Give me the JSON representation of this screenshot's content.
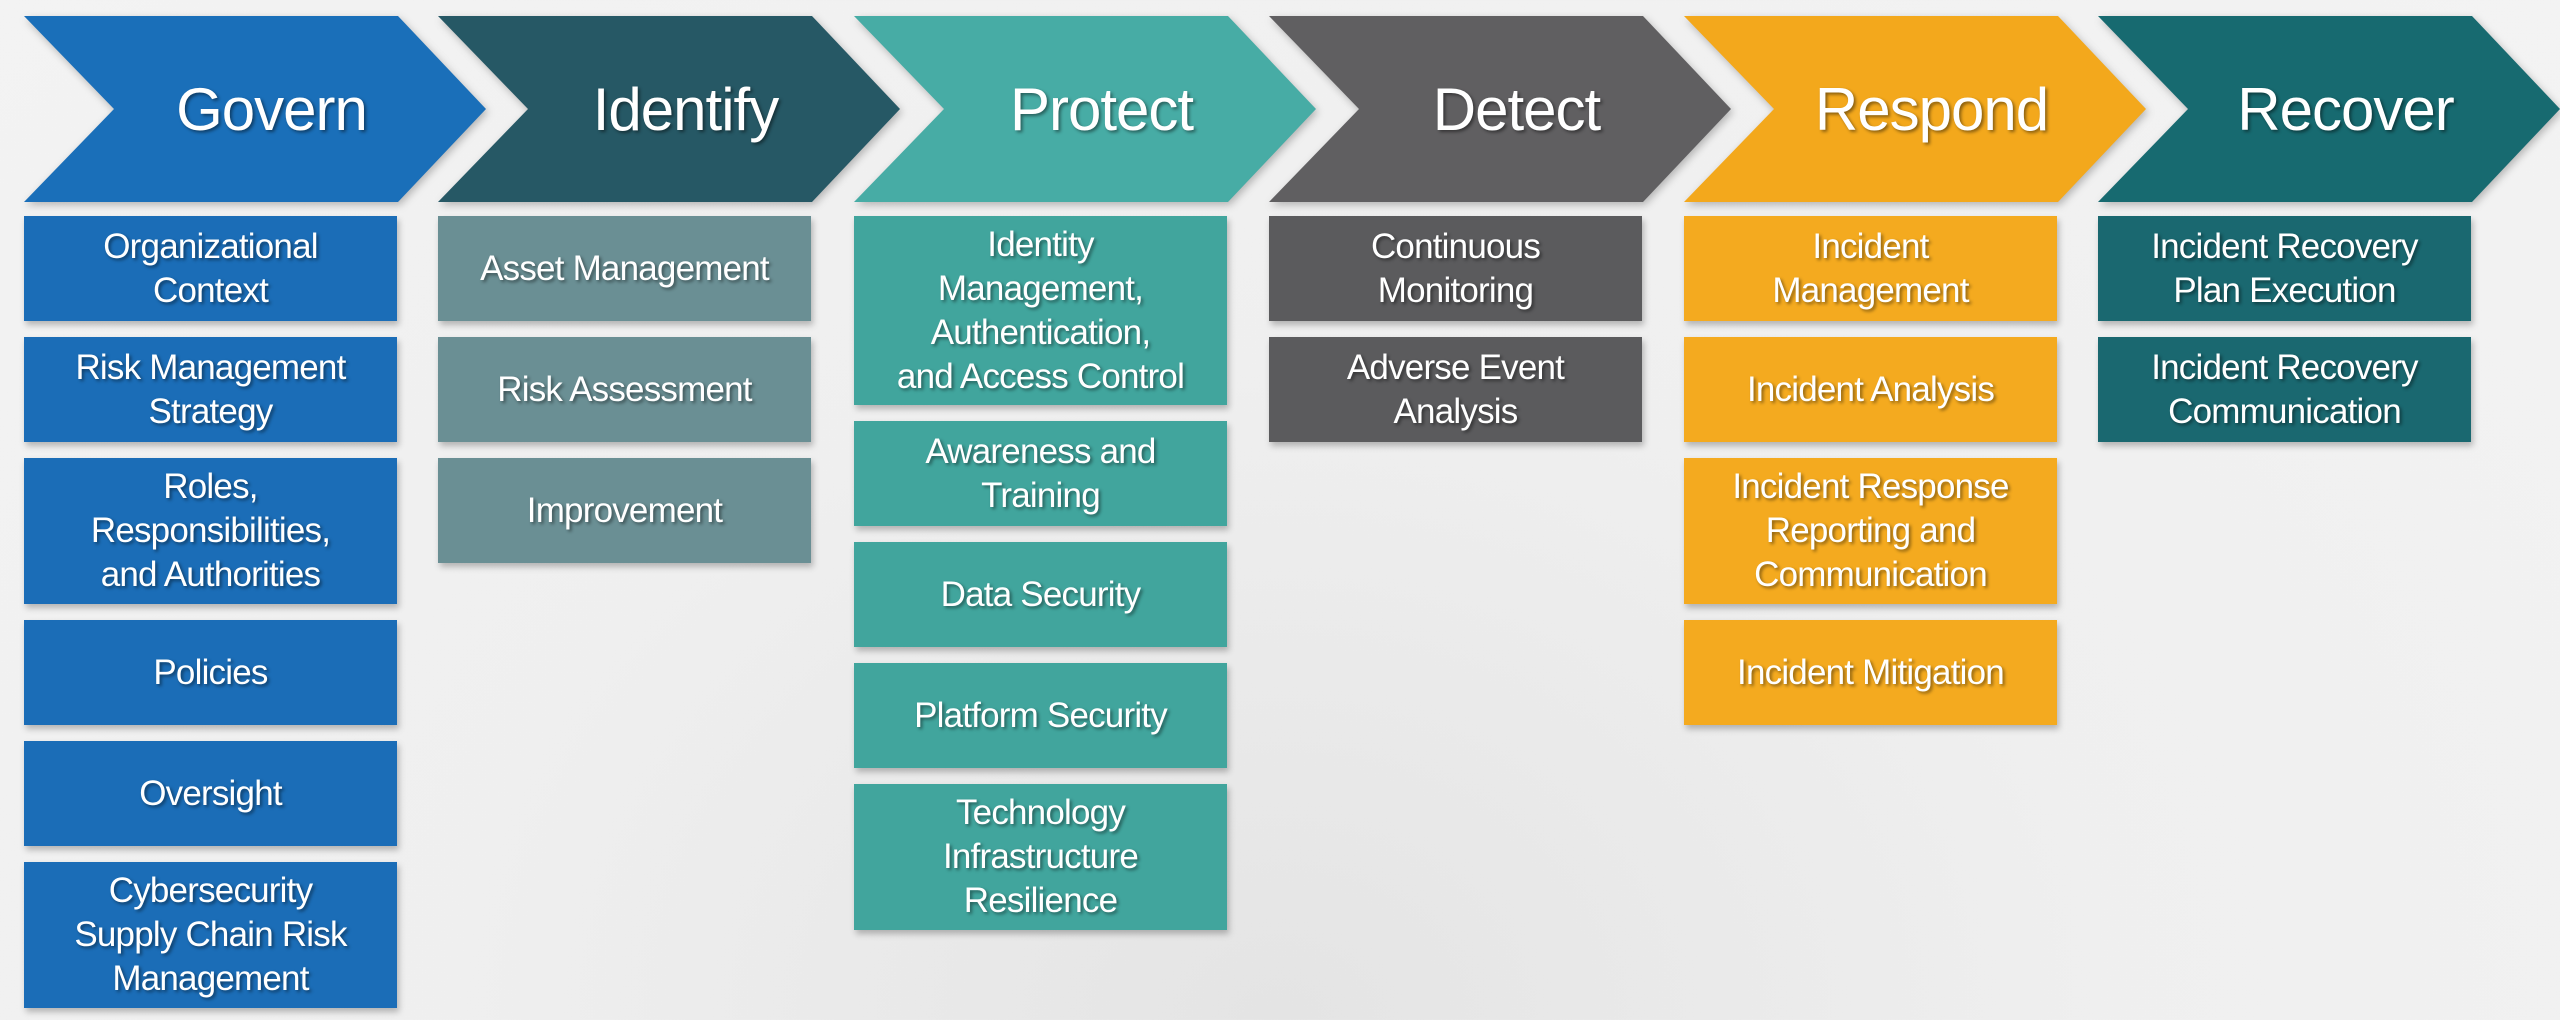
{
  "functions": [
    {
      "name": "Govern",
      "color": "#1a6fb9",
      "box_color": "#1b6db7",
      "categories": [
        "Organizational\nContext",
        "Risk Management\nStrategy",
        "Roles,\nResponsibilities,\nand Authorities",
        "Policies",
        "Oversight",
        "Cybersecurity\nSupply Chain Risk\nManagement"
      ]
    },
    {
      "name": "Identify",
      "color": "#265865",
      "box_color": "#6a8f94",
      "categories": [
        "Asset Management",
        "Risk Assessment",
        "Improvement"
      ]
    },
    {
      "name": "Protect",
      "color": "#47aca5",
      "box_color": "#41a59d",
      "categories": [
        "Identity\nManagement,\nAuthentication,\nand Access Control",
        "Awareness and\nTraining",
        "Data Security",
        "Platform Security",
        "Technology\nInfrastructure\nResilience"
      ]
    },
    {
      "name": "Detect",
      "color": "#605f61",
      "box_color": "#5b5b5d",
      "categories": [
        "Continuous\nMonitoring",
        "Adverse Event\nAnalysis"
      ]
    },
    {
      "name": "Respond",
      "color": "#f3a81c",
      "box_color": "#f4aa1f",
      "categories": [
        "Incident\nManagement",
        "Incident Analysis",
        "Incident Response\nReporting and\nCommunication",
        "Incident Mitigation"
      ]
    },
    {
      "name": "Recover",
      "color": "#176a70",
      "box_color": "#1a6870",
      "categories": [
        "Incident Recovery\nPlan Execution",
        "Incident Recovery\nCommunication"
      ]
    }
  ]
}
